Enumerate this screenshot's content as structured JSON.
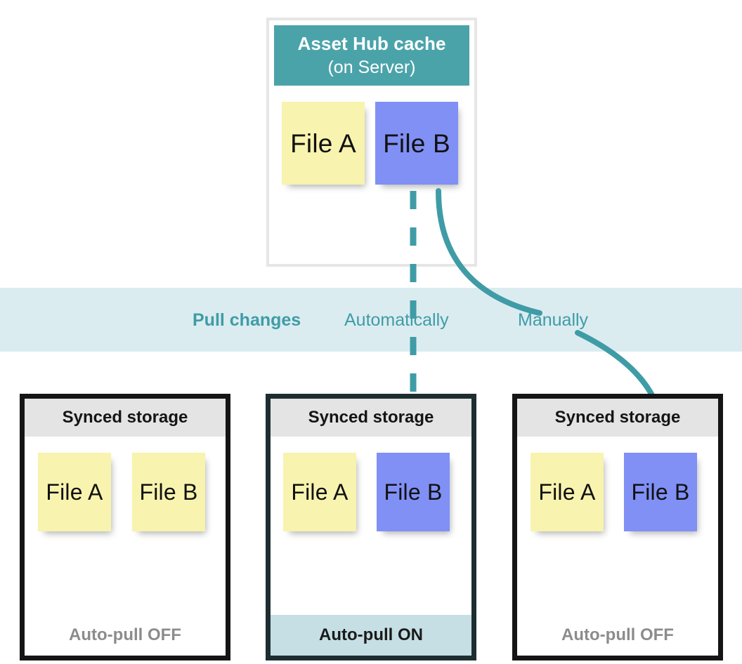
{
  "band": {
    "title": "Pull changes",
    "mode_auto": "Automatically",
    "mode_manual": "Manually",
    "background": "#dbecf0",
    "text_color": "#3f9ca6"
  },
  "server": {
    "title_line1": "Asset Hub cache",
    "title_line2": "(on Server)",
    "header_color": "#4ba3aa",
    "border_color": "#e6e6e6",
    "files": [
      {
        "label": "File A",
        "color": "yellow"
      },
      {
        "label": "File B",
        "color": "blue"
      }
    ]
  },
  "storages": [
    {
      "header": "Synced storage",
      "footer": "Auto-pull OFF",
      "auto_pull": "OFF",
      "footer_color": "#8c8c8c",
      "footer_background": "#ffffff",
      "files": [
        {
          "label": "File A",
          "color": "yellow"
        },
        {
          "label": "File B",
          "color": "yellow"
        }
      ]
    },
    {
      "header": "Synced storage",
      "footer": "Auto-pull ON",
      "auto_pull": "ON",
      "footer_color": "#1a1a1a",
      "footer_background": "#c5dfe4",
      "files": [
        {
          "label": "File A",
          "color": "yellow"
        },
        {
          "label": "File B",
          "color": "blue"
        }
      ]
    },
    {
      "header": "Synced storage",
      "footer": "Auto-pull OFF",
      "auto_pull": "OFF",
      "footer_color": "#8c8c8c",
      "footer_background": "#ffffff",
      "files": [
        {
          "label": "File A",
          "color": "yellow"
        },
        {
          "label": "File B",
          "color": "blue"
        }
      ]
    }
  ],
  "palette": {
    "teal": "#3f9ca6",
    "arrow": "#3f9ca6",
    "note_yellow": "#f8f3ae",
    "note_blue": "#8090f5",
    "header_gray": "#e4e4e4",
    "box_black": "#151515"
  }
}
